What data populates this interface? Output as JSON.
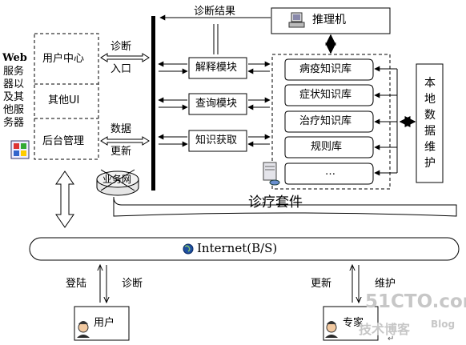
{
  "web_server": {
    "title": "Web",
    "chars": [
      "服",
      "务",
      "器",
      "以",
      "及",
      "其",
      "他",
      "服",
      "务",
      "器"
    ],
    "user_center": "用户中心",
    "other_ui": "其他UI",
    "backend_admin": "后台管理"
  },
  "flows": {
    "diagnosis_entry_1": "诊断",
    "diagnosis_entry_2": "入口",
    "data_update_1": "数据",
    "data_update_2": "更新",
    "diagnosis_result": "诊断结果"
  },
  "engine": "推理机",
  "modules": {
    "explain": "解释模块",
    "query": "查询模块",
    "acquire": "知识获取"
  },
  "knowledge_bases": [
    "病疫知识库",
    "症状知识库",
    "治疗知识库",
    "规则库",
    "…"
  ],
  "local_maintenance": [
    "本",
    "地",
    "数",
    "据",
    "维",
    "护"
  ],
  "business_network": "业务网",
  "suite": "诊疗套件",
  "internet": "Internet(B/S)",
  "user_side": {
    "login": "登陆",
    "diagnose": "诊断",
    "user": "用户"
  },
  "expert_side": {
    "update": "更新",
    "maintain": "维护",
    "expert": "专家"
  },
  "watermark": {
    "main": "51CTO.com",
    "sub": "技术博客",
    "blog": "Blog"
  },
  "colors": {
    "line": "#000000",
    "globe": "#1f4fa0",
    "watermark": "#c7c7c7"
  }
}
